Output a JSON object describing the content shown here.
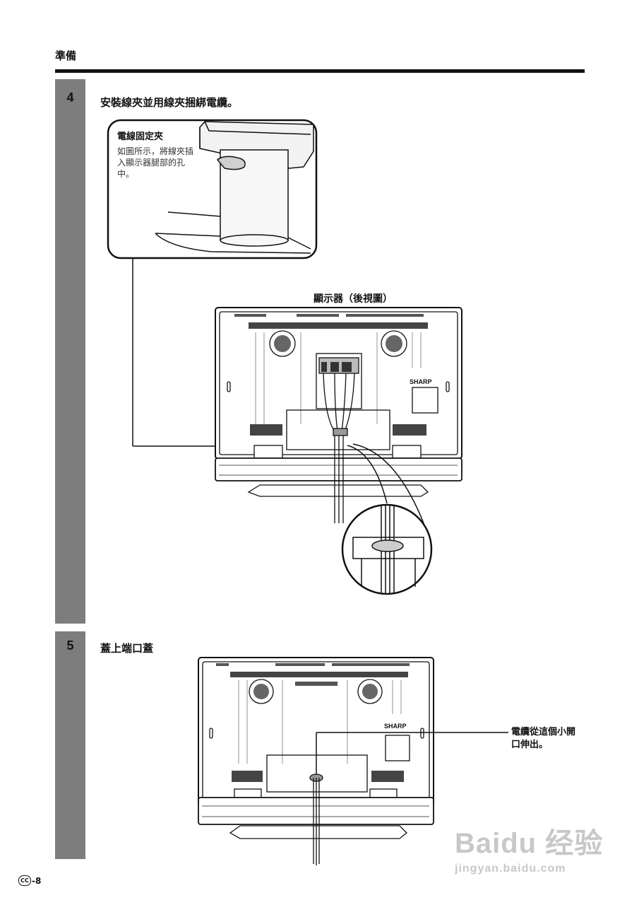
{
  "header": {
    "title": "準備"
  },
  "steps": [
    {
      "number": "4",
      "title": "安裝線夾並用線夾捆綁電纜。"
    },
    {
      "number": "5",
      "title": "蓋上端口蓋"
    }
  ],
  "callout": {
    "title": "電線固定夾",
    "body": "如圖所示，將線夾插入顯示器腿部的孔中。"
  },
  "figure1": {
    "caption": "顯示器（後視圖）",
    "brand_label": "SHARP"
  },
  "figure2": {
    "brand_label": "SHARP",
    "annotation": "電纜從這個小開口伸出。"
  },
  "footer": {
    "cc_mark": "CC",
    "page_number": "-8"
  },
  "watermark": {
    "brand": "Baidu 经验",
    "url": "jingyan.baidu.com"
  }
}
